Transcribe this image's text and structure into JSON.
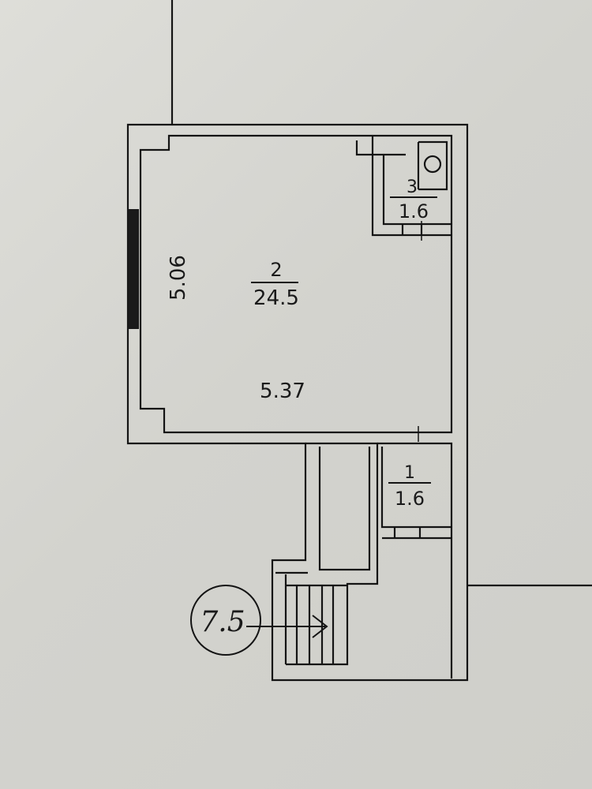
{
  "plan": {
    "room_main": {
      "number": "2",
      "area": "24.5",
      "width": "5.37",
      "length": "5.06"
    },
    "room_bath": {
      "number": "3",
      "area": "1.6"
    },
    "room_hall": {
      "number": "1",
      "area": "1.6"
    },
    "entrance": {
      "marker": "7.5"
    }
  }
}
